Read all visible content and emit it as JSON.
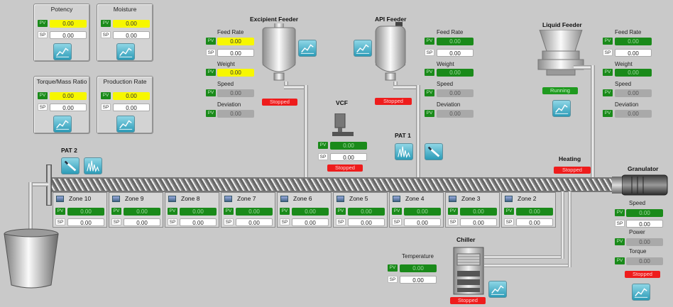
{
  "top_panels": [
    {
      "title": "Potency",
      "pv": "0.00",
      "sp": "0.00"
    },
    {
      "title": "Moisture",
      "pv": "0.00",
      "sp": "0.00"
    },
    {
      "title": "Torque/Mass Ratio",
      "pv": "0.00",
      "sp": "0.00"
    },
    {
      "title": "Production Rate",
      "pv": "0.00",
      "sp": "0.00"
    }
  ],
  "tags": {
    "pv": "PV",
    "sp": "SP"
  },
  "excipient": {
    "title": "Excipient Feeder",
    "feed_rate_label": "Feed Rate",
    "feed_rate_pv": "0.00",
    "feed_rate_sp": "0.00",
    "weight_label": "Weight",
    "weight_pv": "0.00",
    "speed_label": "Speed",
    "speed_pv": "0.00",
    "deviation_label": "Deviation",
    "deviation_pv": "0.00",
    "status": "Stopped"
  },
  "api": {
    "title": "API Feeder",
    "feed_rate_label": "Feed Rate",
    "feed_rate_pv": "0.00",
    "feed_rate_sp": "0.00",
    "weight_label": "Weight",
    "weight_pv": "0.00",
    "speed_label": "Speed",
    "speed_pv": "0.00",
    "deviation_label": "Deviation",
    "deviation_pv": "0.00",
    "status": "Stopped"
  },
  "liquid": {
    "title": "Liquid Feeder",
    "feed_rate_label": "Feed Rate",
    "feed_rate_pv": "0.00",
    "feed_rate_sp": "0.00",
    "weight_label": "Weight",
    "weight_pv": "0.00",
    "speed_label": "Speed",
    "speed_pv": "0.00",
    "deviation_label": "Deviation",
    "deviation_pv": "0.00",
    "status": "Running"
  },
  "vcf": {
    "title": "VCF",
    "pv": "0.00",
    "sp": "0.00",
    "status": "Stopped"
  },
  "pat1": {
    "title": "PAT 1"
  },
  "pat2": {
    "title": "PAT 2"
  },
  "heating": {
    "title": "Heating",
    "status": "Stopped"
  },
  "granulator": {
    "title": "Granulator",
    "speed_label": "Speed",
    "speed_pv": "0.00",
    "speed_sp": "0.00",
    "power_label": "Power",
    "power_pv": "0.00",
    "torque_label": "Torque",
    "torque_pv": "0.00",
    "status": "Stopped"
  },
  "zones": [
    {
      "name": "Zone 10",
      "pv": "0.00",
      "sp": "0.00"
    },
    {
      "name": "Zone 9",
      "pv": "0.00",
      "sp": "0.00"
    },
    {
      "name": "Zone 8",
      "pv": "0.00",
      "sp": "0.00"
    },
    {
      "name": "Zone 7",
      "pv": "0.00",
      "sp": "0.00"
    },
    {
      "name": "Zone 6",
      "pv": "0.00",
      "sp": "0.00"
    },
    {
      "name": "Zone 5",
      "pv": "0.00",
      "sp": "0.00"
    },
    {
      "name": "Zone 4",
      "pv": "0.00",
      "sp": "0.00"
    },
    {
      "name": "Zone 3",
      "pv": "0.00",
      "sp": "0.00"
    },
    {
      "name": "Zone 2",
      "pv": "0.00",
      "sp": "0.00"
    }
  ],
  "chiller": {
    "title": "Chiller",
    "temperature_label": "Temperature",
    "pv": "0.00",
    "sp": "0.00",
    "status": "Stopped"
  },
  "icons": {
    "trend": "trend-chart-icon",
    "probe": "probe-icon",
    "spectrum": "spectrum-icon"
  }
}
